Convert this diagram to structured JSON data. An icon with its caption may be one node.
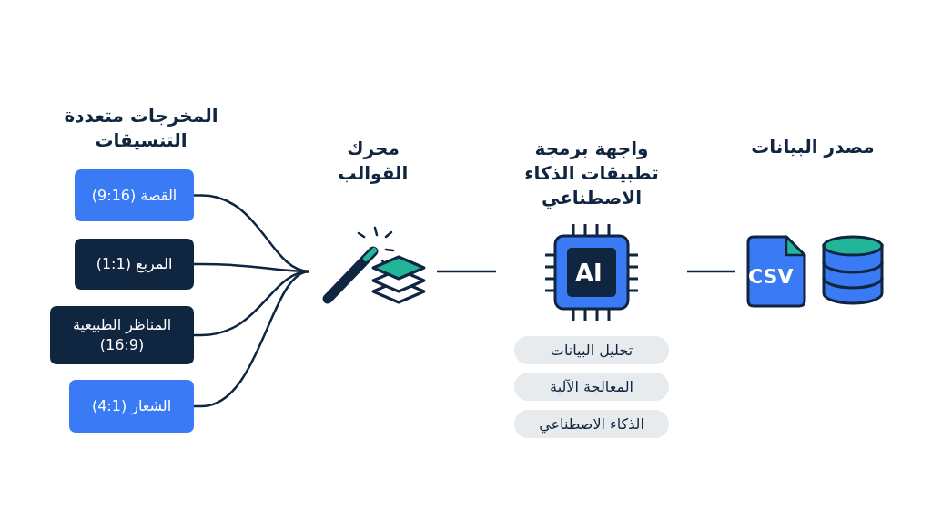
{
  "diagram": {
    "nodes": [
      {
        "text": [
          "مصدر البيانات",
          "CSV"
        ]
      },
      {
        "text": [
          "واجهة برمجة تطبيقات الذكاء الاصطناعي",
          "AI"
        ]
      },
      {
        "text": [
          "تحليل البيانات"
        ]
      },
      {
        "text": [
          "المعالجة الآلية"
        ]
      },
      {
        "text": [
          "الذكاء الاصطناعي"
        ]
      },
      {
        "text": [
          "محرك القوالب"
        ]
      },
      {
        "text": [
          "القصة (9:16)"
        ]
      },
      {
        "text": [
          "المربع (1:1)"
        ]
      },
      {
        "text": [
          "المناظر الطبيعية (16:9)"
        ]
      },
      {
        "text": [
          "الشعار (4:1)"
        ]
      }
    ],
    "edges": [
      {
        "from": 0,
        "to": 1,
        "arrow": "none"
      },
      {
        "from": 1,
        "to": 5,
        "arrow": "none"
      },
      {
        "from": 5,
        "to": 6,
        "arrow": "none"
      },
      {
        "from": 5,
        "to": 7,
        "arrow": "none"
      },
      {
        "from": 5,
        "to": 8,
        "arrow": "none"
      },
      {
        "from": 5,
        "to": 9,
        "arrow": "none"
      }
    ],
    "labels": [
      "المخرجات متعددة التنسيقات"
    ]
  }
}
